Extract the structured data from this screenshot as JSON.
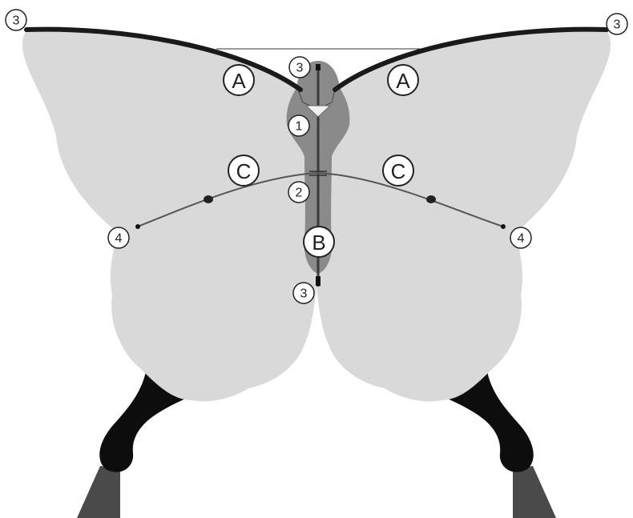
{
  "diagram": {
    "colors": {
      "wing": "#d9d9d9",
      "body": "#8a8a8a",
      "spar": "#1a1a1a",
      "tail": "#4a4a4a",
      "tail_root": "#0d0d0d",
      "line": "#555555"
    },
    "labels": {
      "top_left_corner": "3",
      "top_right_corner": "3",
      "top_center": "3",
      "bottom_center": "3",
      "center_1": "1",
      "center_2": "2",
      "left_tip": "4",
      "right_tip": "4",
      "spar_left": "A",
      "spar_right": "A",
      "spine": "B",
      "cross_left": "C",
      "cross_right": "C"
    }
  }
}
